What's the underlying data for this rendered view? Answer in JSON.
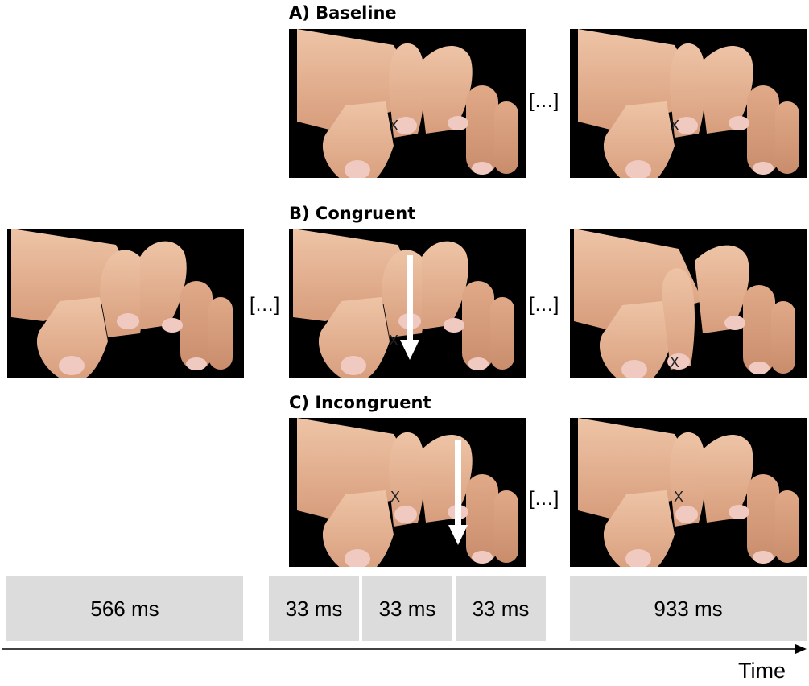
{
  "conditions": {
    "baseline": "A) Baseline",
    "congruent": "B) Congruent",
    "incongruent": "C) Incongruent"
  },
  "ellipsis": "[…]",
  "marker": "X",
  "durations": {
    "start": "566 ms",
    "frame1": "33 ms",
    "frame2": "33 ms",
    "frame3": "33 ms",
    "end": "933 ms"
  },
  "time_label": "Time",
  "colors": {
    "background": "#ffffff",
    "photo_background": "#000000",
    "skin": "#e8b89a",
    "nail": "#f0c9c0",
    "timeline_box": "#dcdcdc",
    "arrow": "#ffffff"
  }
}
